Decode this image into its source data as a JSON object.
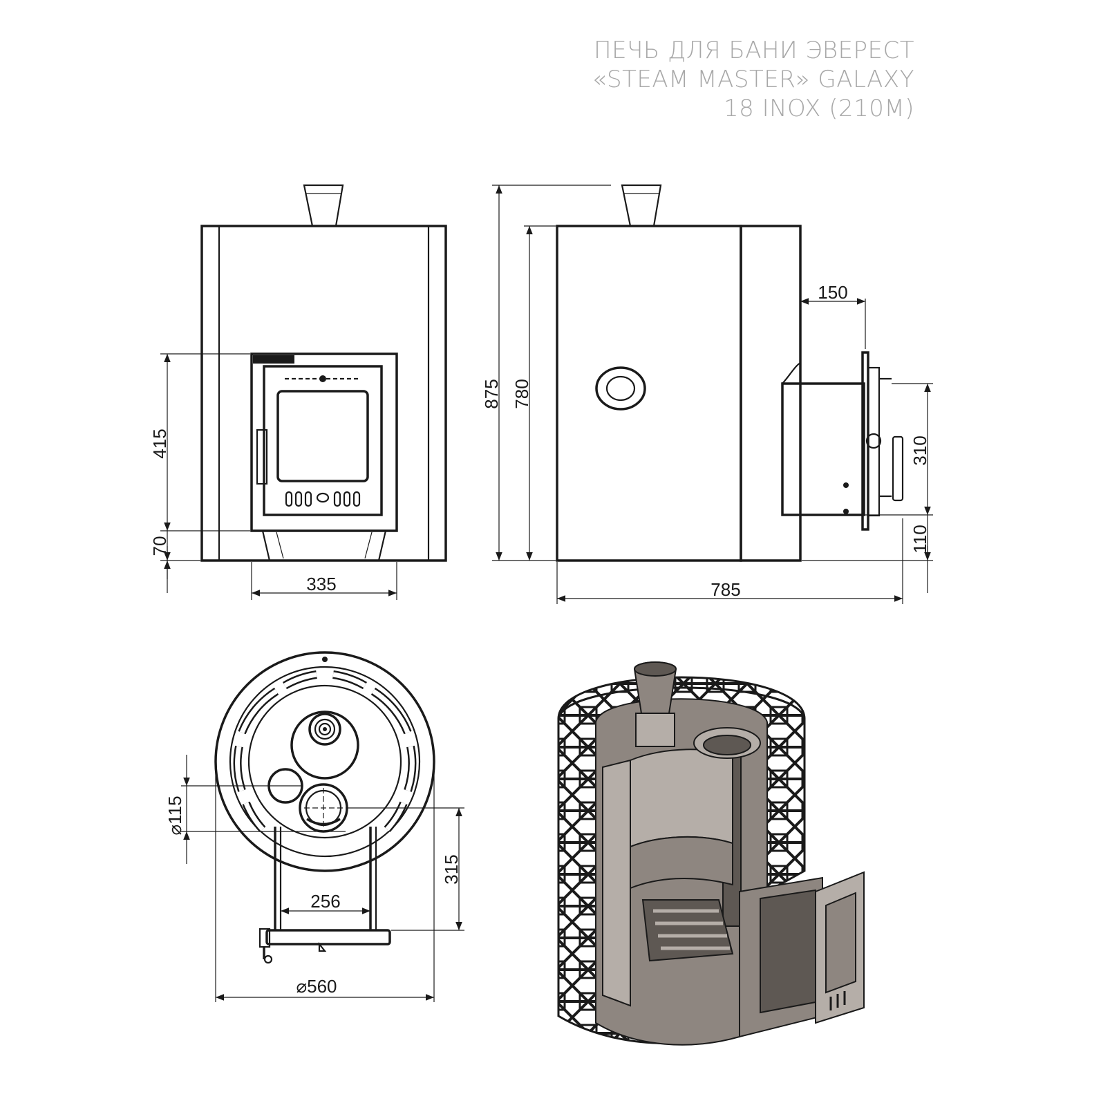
{
  "title": {
    "line1": "ПЕЧЬ ДЛЯ БАНИ ЭВЕРЕСТ",
    "line2": "«STEAM MASTER» GALAXY",
    "line3": "18 INOX (210M)"
  },
  "dimensions": {
    "front_height_door": "415",
    "front_height_base": "70",
    "front_door_width": "335",
    "side_total_height": "875",
    "side_body_height": "780",
    "side_tunnel_depth": "150",
    "side_door_height": "310",
    "side_door_base": "110",
    "side_total_depth": "785",
    "top_pipe_diameter": "115",
    "top_tunnel_length": "315",
    "top_tunnel_width": "256",
    "top_body_diameter": "560",
    "diameter_symbol": "⌀"
  },
  "colors": {
    "title": "#a8a8a8",
    "lines": "#1a1a1a",
    "cutaway_metal": "#8e8680",
    "cutaway_light": "#b5aea8",
    "cutaway_dark": "#5e5853"
  }
}
